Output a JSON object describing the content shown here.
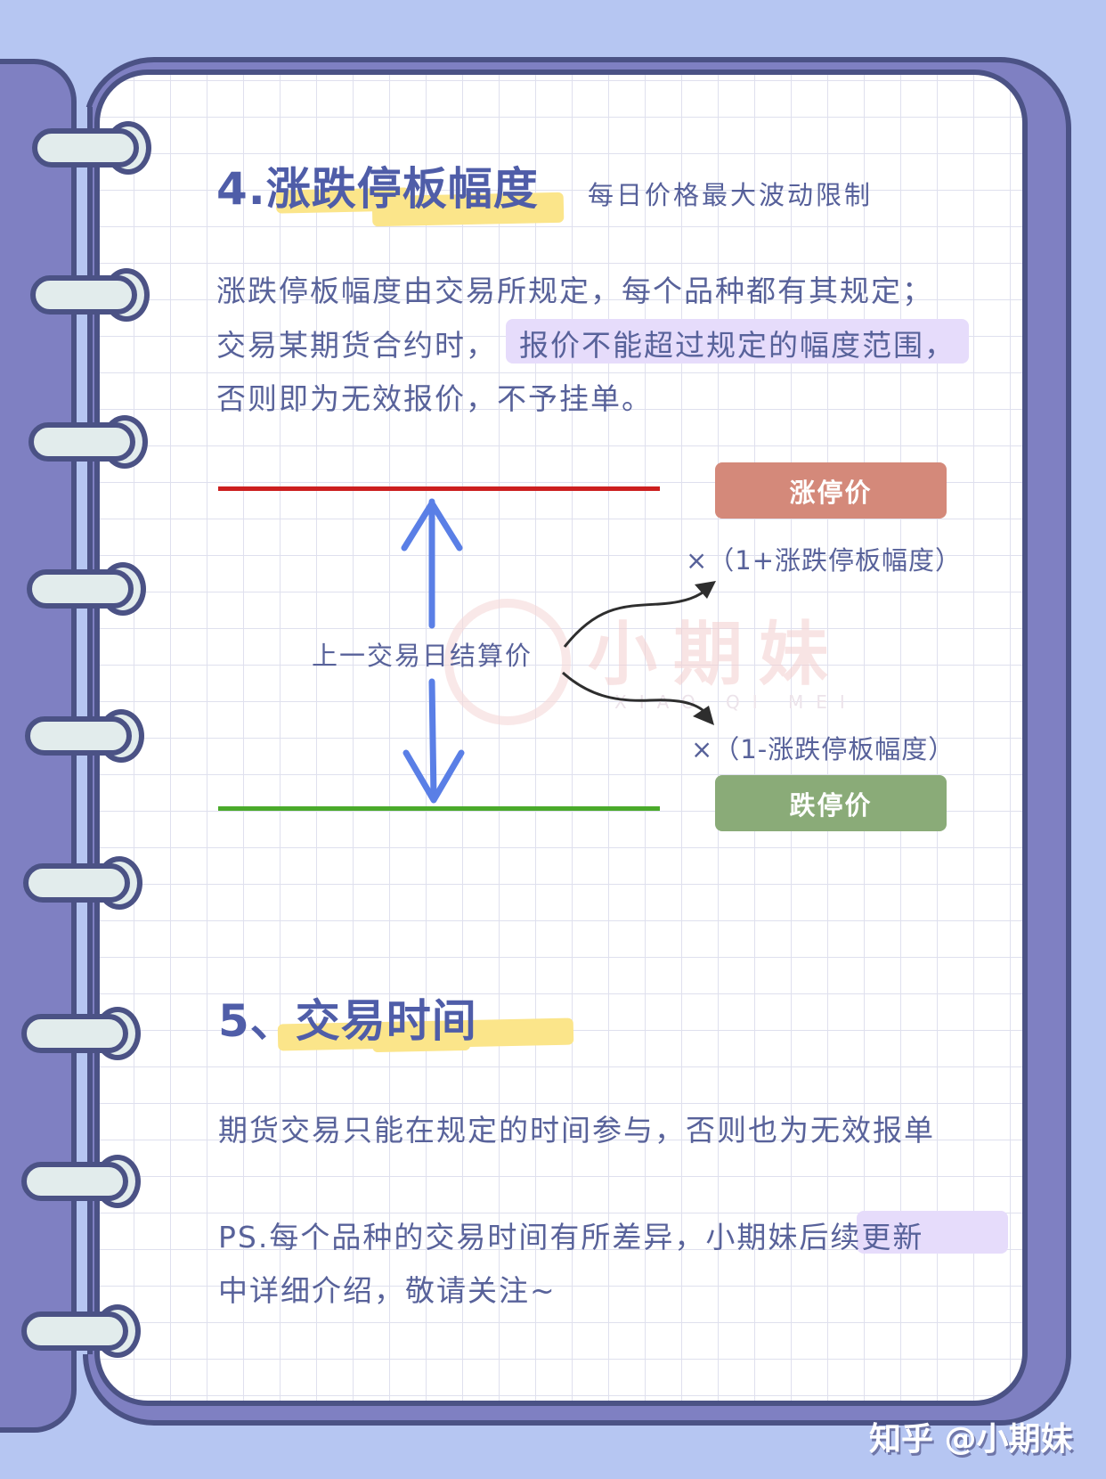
{
  "section4": {
    "title": "4.涨跌停板幅度",
    "subtitle": "每日价格最大波动限制",
    "lines": [
      "涨跌停板幅度由交易所规定，每个品种都有其规定；",
      "交易某期货合约时，",
      "报价不能超过规定的幅度范围，",
      "否则即为无效报价，不予挂单。"
    ]
  },
  "diagram": {
    "center_label": "上一交易日结算价",
    "upper_tag": "涨停价",
    "lower_tag": "跌停价",
    "upper_formula": "×（1+涨跌停板幅度）",
    "lower_formula": "×（1-涨跌停板幅度）",
    "colors": {
      "upper_line": "#cc1f1f",
      "lower_line": "#4aaa2a",
      "upper_tag": "#d4897a",
      "lower_tag": "#8aab78",
      "arrow": "#5a7fe6"
    },
    "watermark": "小期妹",
    "watermark_sub": "XIAO QI MEI"
  },
  "section5": {
    "title": "5、交易时间",
    "line1": "期货交易只能在规定的时间参与，否则也为无效报单",
    "ps_line_a": "PS.每个品种的交易时间有所差异，小期妹",
    "ps_line_highlight": "后续更新",
    "ps_line_b": "中详细介绍，敬请关注~"
  },
  "footer": {
    "credit": "知乎 @小期妹"
  }
}
